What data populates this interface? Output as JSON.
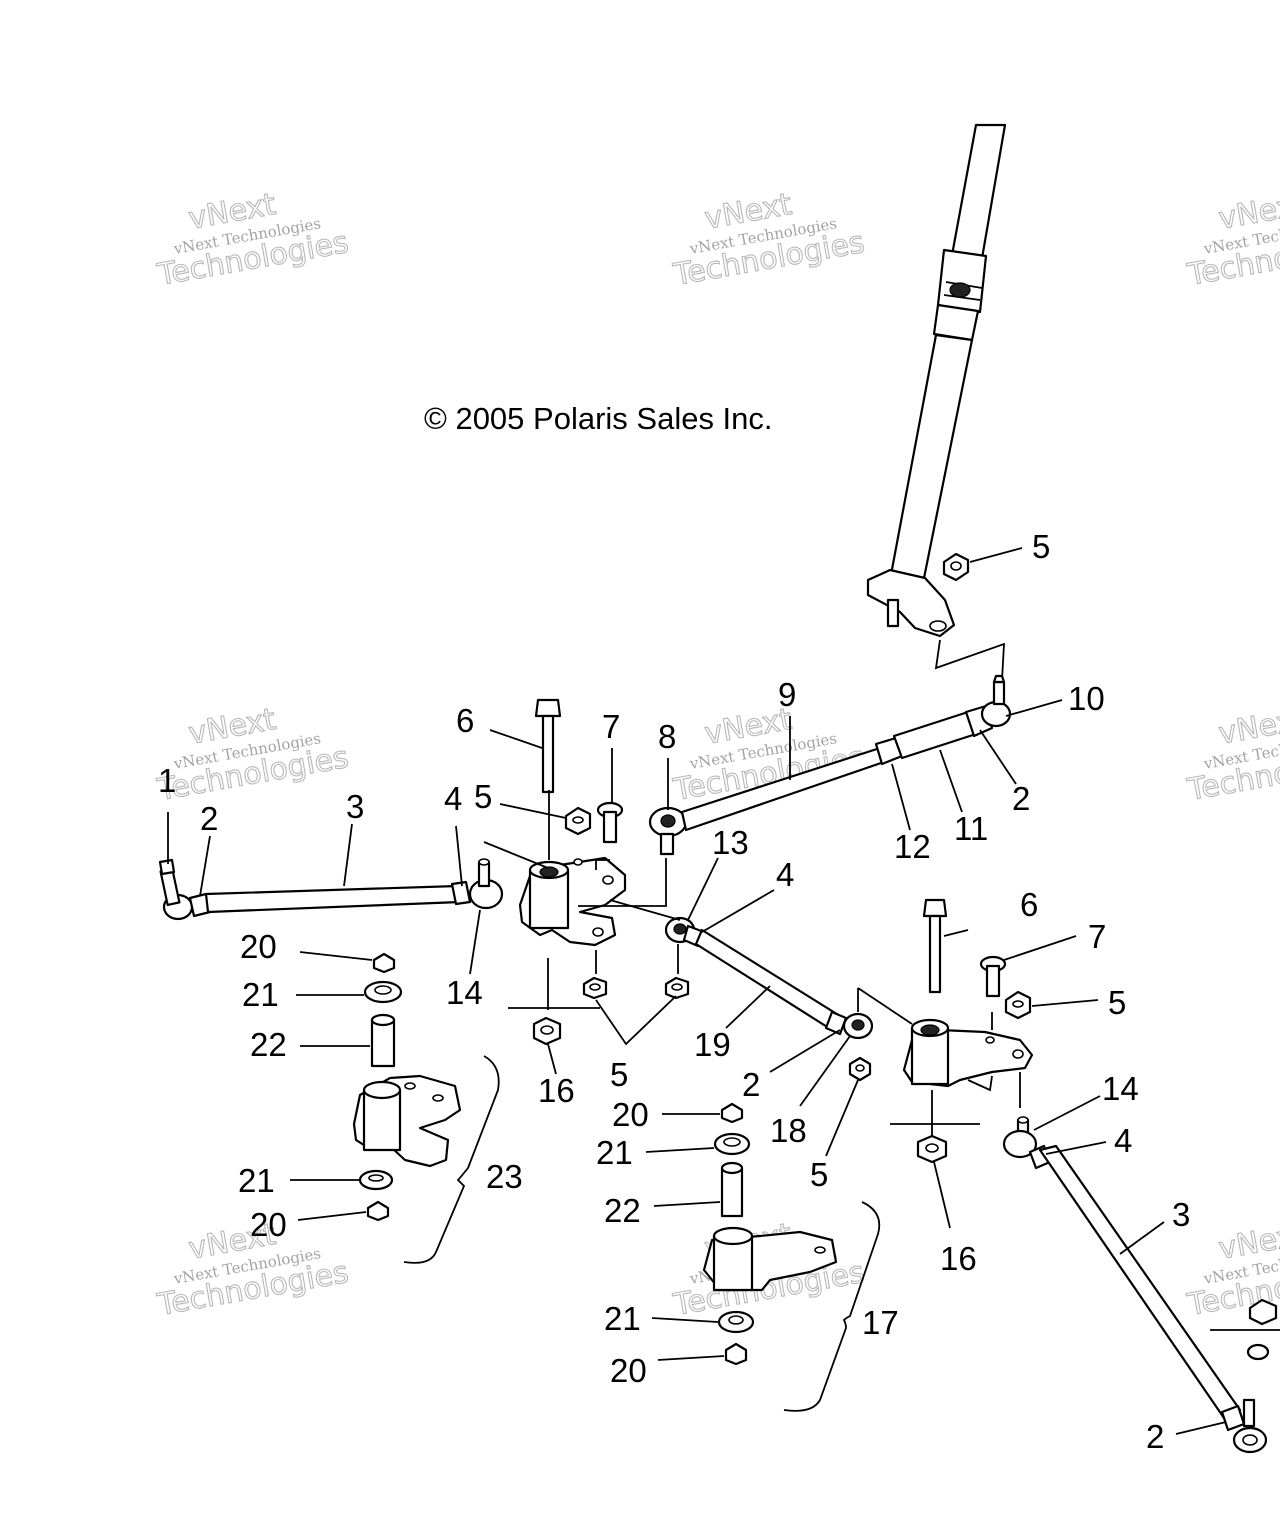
{
  "copyright": "© 2005 Polaris Sales Inc.",
  "watermark": {
    "brand": "vNext",
    "line1": "vNext Technologies",
    "line2": "Technologies"
  },
  "callouts": [
    "1",
    "2",
    "3",
    "4",
    "5",
    "6",
    "7",
    "8",
    "9",
    "10",
    "11",
    "12",
    "13",
    "14",
    "16",
    "17",
    "18",
    "19",
    "20",
    "21",
    "22",
    "23"
  ]
}
